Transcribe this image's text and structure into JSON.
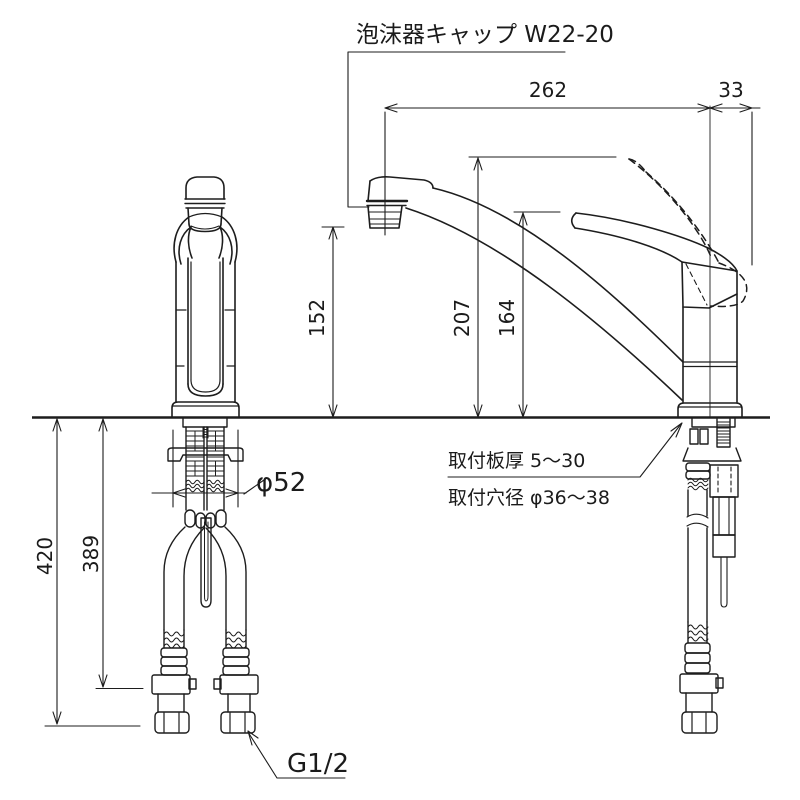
{
  "drawing": {
    "background": "#ffffff",
    "line_color": "#1d1d1d",
    "labels": {
      "aerator_cap": "泡沫器キャップ W22-20",
      "mount_thickness": "取付板厚 5〜30",
      "mount_hole": "取付穴径 φ36〜38",
      "connection_thread": "G1/2"
    },
    "dimensions": {
      "spout_reach": "262",
      "handle_rear_offset": "33",
      "spout_outlet_height": "152",
      "lever_raised_height": "207",
      "lever_height": "164",
      "base_diameter": "φ52",
      "under_counter_total": "420",
      "under_counter_hose": "389"
    }
  }
}
